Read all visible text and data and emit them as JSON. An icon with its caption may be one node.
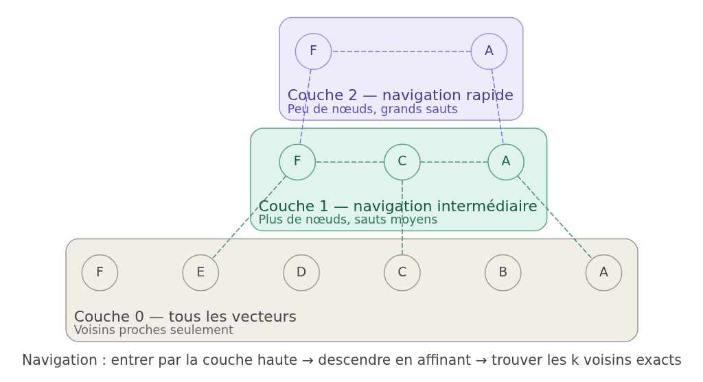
{
  "diagram": {
    "caption": "Navigation : entrer par la couche haute → descendre en affinant → trouver les k voisins exacts",
    "nodes": [
      {
        "text": [
          "Couche 2 — navigation rapide",
          "Peu de nœuds, grands sauts"
        ]
      },
      {
        "text": [
          "A"
        ],
        "in": 0
      },
      {
        "text": [
          "F"
        ],
        "in": 0
      },
      {
        "text": [
          "Couche 1 — navigation intermédiaire",
          "Plus de nœuds, sauts moyens"
        ]
      },
      {
        "text": [
          "A"
        ],
        "in": 3
      },
      {
        "text": [
          "C"
        ],
        "in": 3
      },
      {
        "text": [
          "F"
        ],
        "in": 3
      },
      {
        "text": [
          "Couche 0 — tous les vecteurs",
          "Voisins proches seulement"
        ]
      },
      {
        "text": [
          "A"
        ],
        "in": 7
      },
      {
        "text": [
          "B"
        ],
        "in": 7
      },
      {
        "text": [
          "C"
        ],
        "in": 7
      },
      {
        "text": [
          "D"
        ],
        "in": 7
      },
      {
        "text": [
          "E"
        ],
        "in": 7
      },
      {
        "text": [
          "F"
        ],
        "in": 7
      }
    ],
    "edges": [
      {
        "from": 1,
        "to": 2,
        "arrow": "none",
        "style": "dashed",
        "color": "#7b6fd6"
      },
      {
        "from": 1,
        "to": 4,
        "arrow": "none",
        "style": "dashed",
        "color": "#7b6fd6"
      },
      {
        "from": 2,
        "to": 6,
        "arrow": "none",
        "style": "dashed",
        "color": "#7b6fd6"
      },
      {
        "from": 4,
        "to": 5,
        "arrow": "none",
        "style": "dashed"
      },
      {
        "from": 5,
        "to": 6,
        "arrow": "none",
        "style": "dashed"
      },
      {
        "from": 4,
        "to": 8,
        "arrow": "none",
        "style": "dashed"
      },
      {
        "from": 5,
        "to": 10,
        "arrow": "none",
        "style": "dashed"
      },
      {
        "from": 6,
        "to": 12,
        "arrow": "none",
        "style": "dashed"
      }
    ]
  }
}
